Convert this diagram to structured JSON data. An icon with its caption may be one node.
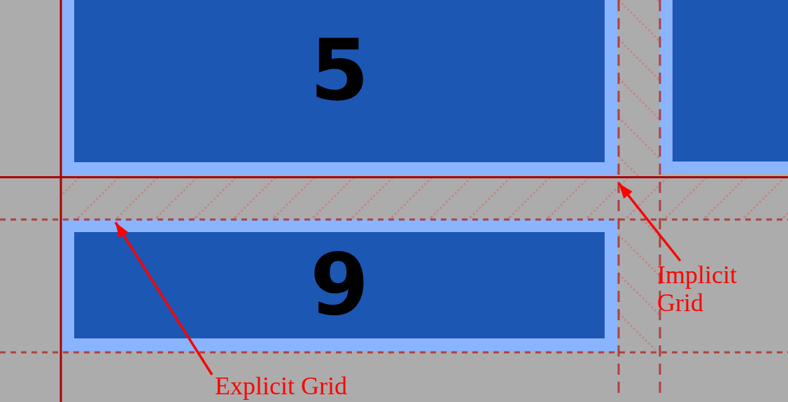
{
  "diagram": {
    "nodes": [
      {
        "text": [
          "5"
        ]
      },
      {
        "text": [],
        "shape": "bar"
      },
      {
        "text": [],
        "shape": "box"
      },
      {
        "text": [],
        "shape": "bar"
      },
      {
        "text": [
          "9"
        ]
      },
      {
        "text": [],
        "shape": "bar"
      },
      {
        "text": [
          "Implicit Grid"
        ]
      },
      {
        "text": [
          "Explicit Grid"
        ]
      }
    ],
    "edges": [
      {
        "from": 6,
        "to": 3,
        "arrow": "to"
      },
      {
        "from": 7,
        "to": 4,
        "arrow": "to"
      }
    ]
  }
}
